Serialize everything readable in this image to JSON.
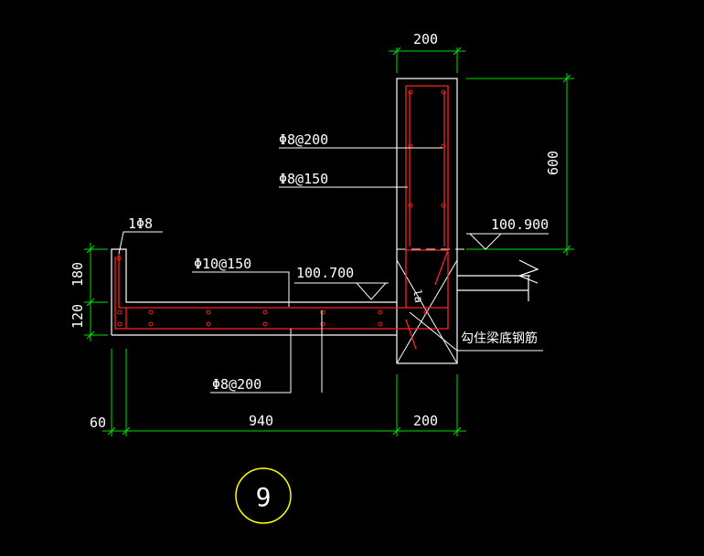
{
  "colors": {
    "background": "#000000",
    "outline": "#ffffff",
    "rebar": "#ff2020",
    "dimension": "#00e000",
    "label_circle": "#ffff00"
  },
  "dimensions": {
    "top_width": "200",
    "right_height": "600",
    "left_upper": "180",
    "left_lower": "120",
    "bottom_left": "60",
    "bottom_middle": "940",
    "bottom_right": "200"
  },
  "callouts": {
    "stirrup_1": "Φ8@200",
    "stirrup_2": "Φ8@150",
    "top_bar": "1Φ8",
    "slab_bar": "Φ10@150",
    "bottom_bar": "Φ8@200",
    "hook_note": "勾住梁底钢筋",
    "la_mark": "la"
  },
  "elevations": {
    "upper": "100.900",
    "lower": "100.700"
  },
  "detail_number": "9"
}
